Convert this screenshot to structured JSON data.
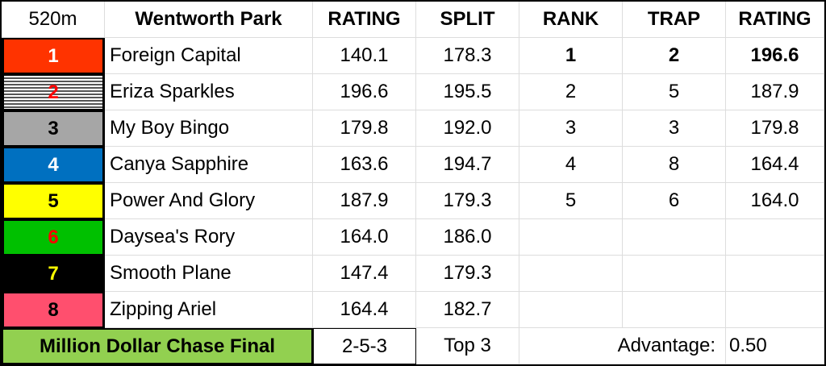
{
  "header": {
    "distance": "520m",
    "track": "Wentworth Park",
    "rating": "RATING",
    "split": "SPLIT",
    "rank": "RANK",
    "trap": "TRAP",
    "rating2": "RATING"
  },
  "runners": [
    {
      "box": "1",
      "name": "Foreign Capital",
      "rating": "140.1",
      "split": "178.3",
      "bg": "#ff3300",
      "fg": "#ffffff"
    },
    {
      "box": "2",
      "name": "Eriza Sparkles",
      "rating": "196.6",
      "split": "195.5",
      "bg": "stripe",
      "fg": "#ff0000"
    },
    {
      "box": "3",
      "name": "My Boy Bingo",
      "rating": "179.8",
      "split": "192.0",
      "bg": "#a6a6a6",
      "fg": "#000000"
    },
    {
      "box": "4",
      "name": "Canya Sapphire",
      "rating": "163.6",
      "split": "194.7",
      "bg": "#0070c0",
      "fg": "#ffffff"
    },
    {
      "box": "5",
      "name": "Power And Glory",
      "rating": "187.9",
      "split": "179.3",
      "bg": "#ffff00",
      "fg": "#000000"
    },
    {
      "box": "6",
      "name": "Daysea's Rory",
      "rating": "164.0",
      "split": "186.0",
      "bg": "#00c000",
      "fg": "#ff0000"
    },
    {
      "box": "7",
      "name": "Smooth Plane",
      "rating": "147.4",
      "split": "179.3",
      "bg": "#000000",
      "fg": "#ffff00"
    },
    {
      "box": "8",
      "name": "Zipping Ariel",
      "rating": "164.4",
      "split": "182.7",
      "bg": "#ff4f6e",
      "fg": "#000000"
    }
  ],
  "ranking": [
    {
      "rank": "1",
      "trap": "2",
      "rating": "196.6"
    },
    {
      "rank": "2",
      "trap": "5",
      "rating": "187.9"
    },
    {
      "rank": "3",
      "trap": "3",
      "rating": "179.8"
    },
    {
      "rank": "4",
      "trap": "8",
      "rating": "164.4"
    },
    {
      "rank": "5",
      "trap": "6",
      "rating": "164.0"
    }
  ],
  "footer": {
    "race": "Million Dollar Chase Final",
    "prediction": "2-5-3",
    "top": "Top 3",
    "advantage_label": "Advantage:",
    "advantage": "0.50"
  }
}
